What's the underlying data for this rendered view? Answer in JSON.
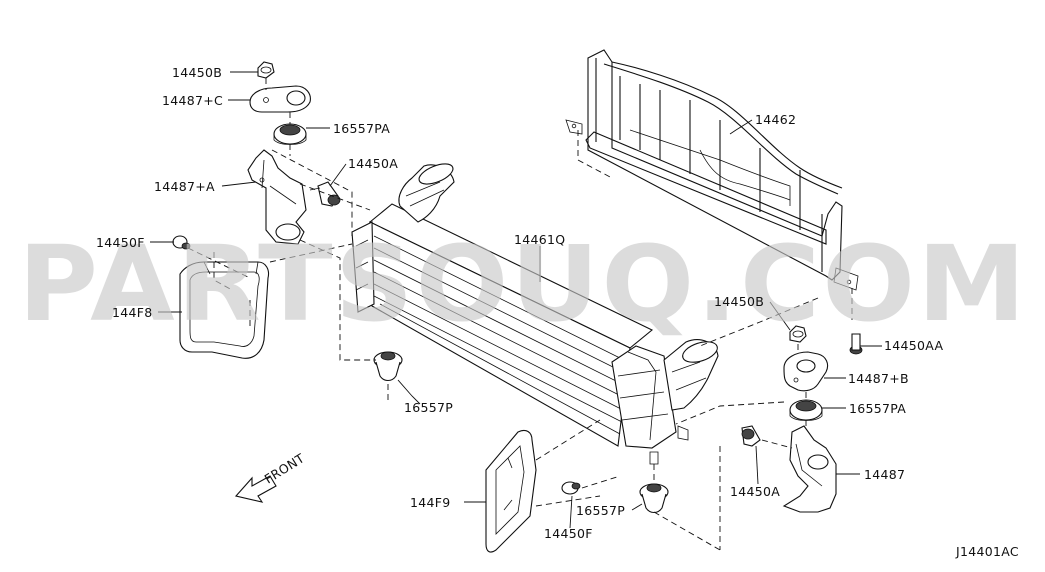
{
  "diagram": {
    "watermark": "PARTSOUQ.COM",
    "figure_id": "J14401AC",
    "front_label": "FRONT",
    "labels": {
      "l14450B_top": "14450B",
      "l14487C": "14487+C",
      "l16557PA_top": "16557PA",
      "l14450A_top": "14450A",
      "l14487A": "14487+A",
      "l14450F_left": "14450F",
      "l144F8": "144F8",
      "l14461Q": "14461Q",
      "l14462": "14462",
      "l16557P_left": "16557P",
      "l14450B_right": "14450B",
      "l14450AA": "14450AA",
      "l14487B": "14487+B",
      "l16557PA_right": "16557PA",
      "l14487": "14487",
      "l14450A_bottom": "14450A",
      "l144F9": "144F9",
      "l16557P_bottom": "16557P",
      "l14450F_bottom": "14450F"
    }
  }
}
